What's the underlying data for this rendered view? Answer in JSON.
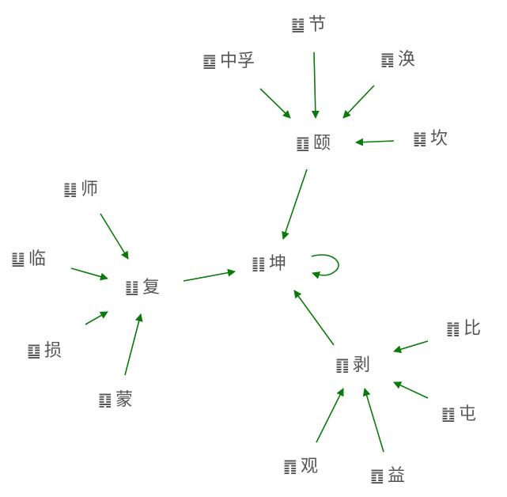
{
  "colors": {
    "edge": "#0a7a0a",
    "text": "#555555",
    "background": "#ffffff"
  },
  "nodes": {
    "jie": {
      "glyph": "䷻",
      "label": "节"
    },
    "zhongfu": {
      "glyph": "䷼",
      "label": "中孚"
    },
    "huan": {
      "glyph": "䷺",
      "label": "涣"
    },
    "yi": {
      "glyph": "䷚",
      "label": "颐"
    },
    "kan": {
      "glyph": "䷜",
      "label": "坎"
    },
    "shi": {
      "glyph": "䷆",
      "label": "师"
    },
    "lin": {
      "glyph": "䷒",
      "label": "临"
    },
    "fu": {
      "glyph": "䷗",
      "label": "复"
    },
    "kun": {
      "glyph": "䷁",
      "label": "坤"
    },
    "sun": {
      "glyph": "䷨",
      "label": "损"
    },
    "meng": {
      "glyph": "䷃",
      "label": "蒙"
    },
    "bi": {
      "glyph": "䷇",
      "label": "比"
    },
    "bo": {
      "glyph": "䷖",
      "label": "剥"
    },
    "zhun": {
      "glyph": "䷂",
      "label": "屯"
    },
    "guan": {
      "glyph": "䷓",
      "label": "观"
    },
    "yi2": {
      "glyph": "䷩",
      "label": "益"
    }
  },
  "edges": [
    {
      "from": "jie",
      "to": "yi"
    },
    {
      "from": "zhongfu",
      "to": "yi"
    },
    {
      "from": "huan",
      "to": "yi"
    },
    {
      "from": "kan",
      "to": "yi"
    },
    {
      "from": "yi",
      "to": "kun"
    },
    {
      "from": "shi",
      "to": "fu"
    },
    {
      "from": "lin",
      "to": "fu"
    },
    {
      "from": "sun",
      "to": "fu"
    },
    {
      "from": "meng",
      "to": "fu"
    },
    {
      "from": "fu",
      "to": "kun"
    },
    {
      "from": "kun",
      "to": "kun"
    },
    {
      "from": "bo",
      "to": "kun"
    },
    {
      "from": "bi",
      "to": "bo"
    },
    {
      "from": "zhun",
      "to": "bo"
    },
    {
      "from": "guan",
      "to": "bo"
    },
    {
      "from": "yi2",
      "to": "bo"
    }
  ]
}
